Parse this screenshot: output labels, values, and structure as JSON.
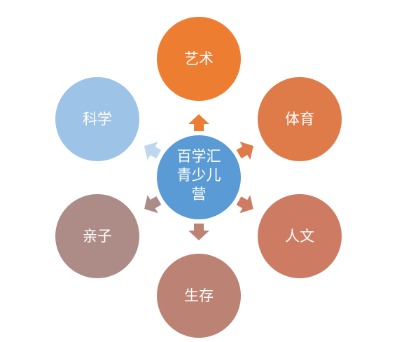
{
  "center": {
    "lines": [
      "百学汇",
      "青少儿",
      "营"
    ],
    "color": "#5B9BD5"
  },
  "nodes": [
    {
      "id": "art",
      "label": "艺术",
      "color": "#ED7D31"
    },
    {
      "id": "sports",
      "label": "体育",
      "color": "#DF7A49"
    },
    {
      "id": "humanities",
      "label": "人文",
      "color": "#CD7C63"
    },
    {
      "id": "survival",
      "label": "生存",
      "color": "#BC8273"
    },
    {
      "id": "parent",
      "label": "亲子",
      "color": "#AD8C87"
    },
    {
      "id": "science",
      "label": "科学",
      "color": "#9DC3E6"
    }
  ],
  "arrows": [
    {
      "target": "art",
      "color": "#ED7D31"
    },
    {
      "target": "sports",
      "color": "#DF7A49"
    },
    {
      "target": "humanities",
      "color": "#CD7C63"
    },
    {
      "target": "survival",
      "color": "#BC8273"
    },
    {
      "target": "parent",
      "color": "#AD8C87"
    },
    {
      "target": "science",
      "color": "#BDD7EE"
    }
  ]
}
